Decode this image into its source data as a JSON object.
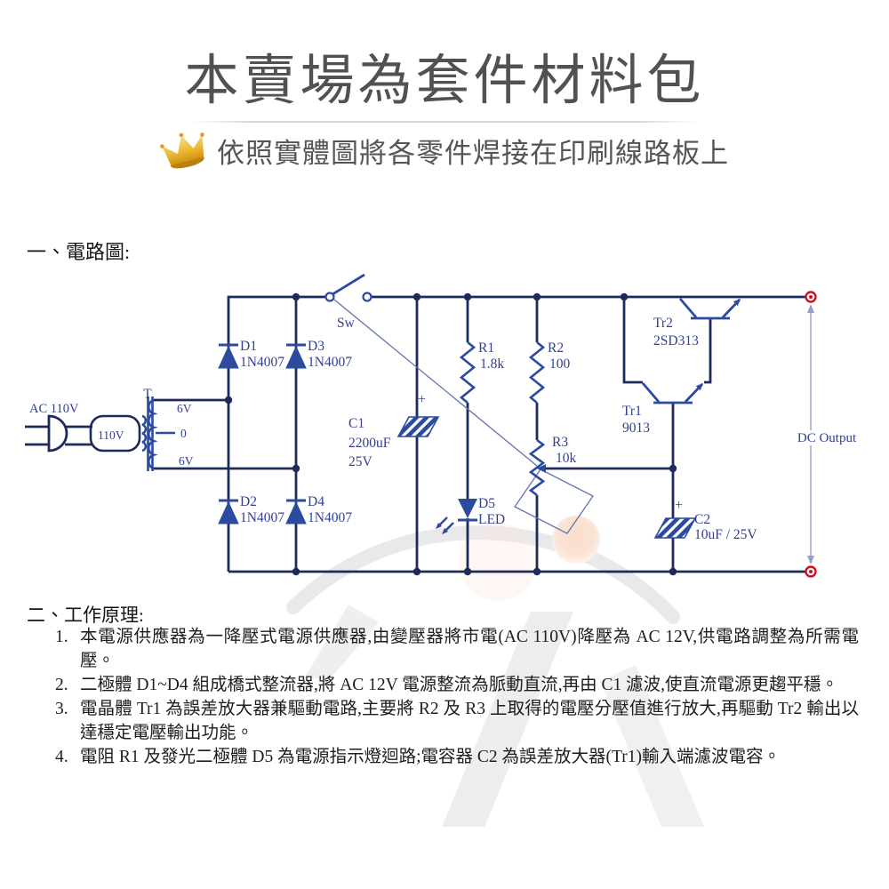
{
  "header": {
    "title": "本賣場為套件材料包",
    "subtitle": "依照實體圖將各零件焊接在印刷線路板上"
  },
  "sections": {
    "circuit_heading": "一、電路圖:",
    "principle_heading": "二、工作原理:"
  },
  "principles": [
    {
      "num": "1.",
      "text": "本電源供應器為一降壓式電源供應器,由變壓器將市電(AC 110V)降壓為 AC 12V,供電路調整為所需電壓。"
    },
    {
      "num": "2.",
      "text": "二極體 D1~D4 組成橋式整流器,將 AC 12V 電源整流為脈動直流,再由 C1 濾波,使直流電源更趨平穩。"
    },
    {
      "num": "3.",
      "text": "電晶體 Tr1 為誤差放大器兼驅動電路,主要將 R2 及 R3 上取得的電壓分壓值進行放大,再驅動 Tr2 輸出以達穩定電壓輸出功能。"
    },
    {
      "num": "4.",
      "text": "電阻 R1 及發光二極體 D5 為電源指示燈迴路;電容器 C2 為誤差放大器(Tr1)輸入端濾波電容。"
    }
  ],
  "circuit": {
    "source_label": "AC 110V",
    "transformer": {
      "ref": "T",
      "primary": "110V",
      "sec_top": "6V",
      "sec_center": "0",
      "sec_bottom": "6V"
    },
    "switch_ref": "Sw",
    "d1_ref": "D1",
    "d1_part": "1N4007",
    "d2_ref": "D2",
    "d2_part": "1N4007",
    "d3_ref": "D3",
    "d3_part": "1N4007",
    "d4_ref": "D4",
    "d4_part": "1N4007",
    "c1_ref": "C1",
    "c1_value": "2200uF",
    "c1_voltage": "25V",
    "c1_polarity": "+",
    "r1_ref": "R1",
    "r1_value": "1.8k",
    "r2_ref": "R2",
    "r2_value": "100",
    "r3_ref": "R3",
    "r3_value": "10k",
    "d5_ref": "D5",
    "d5_part": "LED",
    "tr1_ref": "Tr1",
    "tr1_part": "9013",
    "tr2_ref": "Tr2",
    "tr2_part": "2SD313",
    "c2_ref": "C2",
    "c2_value": "10uF / 25V",
    "c2_polarity": "+",
    "output_label": "DC Output"
  },
  "colors": {
    "wire": "#1d2b5a",
    "component": "#2b4aa0",
    "label": "#323f94",
    "terminal_red": "#cf1020",
    "title_gray": "#515151",
    "crown_gold": "#e6b32e"
  }
}
